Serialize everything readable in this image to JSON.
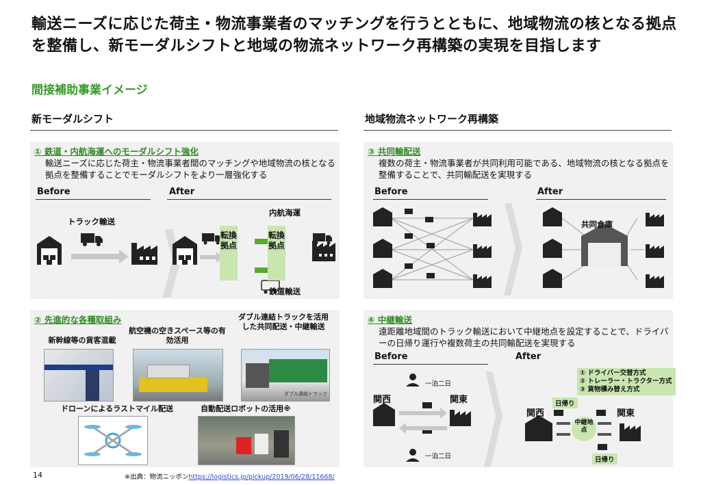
{
  "title": "輸送ニーズに応じた荷主・物流事業者のマッチングを行うとともに、地域物流の核となる拠点を整備し、新モーダルシフトと地域の物流ネットワーク再構築の実現を目指します",
  "subtitle": "間接補助事業イメージ",
  "left_section": {
    "title": "新モーダルシフト"
  },
  "right_section": {
    "title": "地域物流ネットワーク再構築"
  },
  "p1": {
    "title": "① 鉄道・内航海運へのモーダルシフト強化",
    "desc": "輸送ニーズに応じた荷主・物流事業者間のマッチングや地域物流の核となる拠点を整備することでモーダルシフトをより一層強化する",
    "before": "Before",
    "after": "After",
    "truck_label": "トラック輸送",
    "hub1": "転換拠点",
    "hub2": "転換拠点",
    "ship_label": "内航海運",
    "rail_label": "鉄道輸送"
  },
  "p2": {
    "title": "② 先進的な各種取組み",
    "c1": "新幹線等の貨客混載",
    "c2": "航空機の空きスペース等の有効活用",
    "c3": "ダブル連結トラックを活用した共同配送・中継輸送",
    "c4": "ドローンによるラストマイル配送",
    "c5": "自動配送ロボットの活用※",
    "truck_caption": "ダブル連結トラック"
  },
  "p3": {
    "title": "③ 共同輸配送",
    "desc": "複数の荷主・物流事業者が共同利用可能である、地域物流の核となる拠点を整備することで、共同輸配送を実現する",
    "before": "Before",
    "after": "After",
    "warehouse": "共同倉庫"
  },
  "p4": {
    "title": "④ 中継輸送",
    "desc": "遠距離地域間のトラック輸送において中継地点を設定することで、ドライバーの日帰り運行や複数荷主の共同輸配送を実現する",
    "before": "Before",
    "after": "After",
    "kansai": "関西",
    "kanto": "関東",
    "overnight": "一泊二日",
    "methods": [
      "① ドライバー交替方式",
      "② トレーラー・トラクター方式",
      "③ 貨物積み替え方式"
    ],
    "daytrip": "日帰り",
    "relay": "中継地点"
  },
  "footer": {
    "page": "14",
    "source": "※出典：物流ニッポン",
    "url": "https://logistics.jp/pickup/2019/06/28/11668/"
  }
}
